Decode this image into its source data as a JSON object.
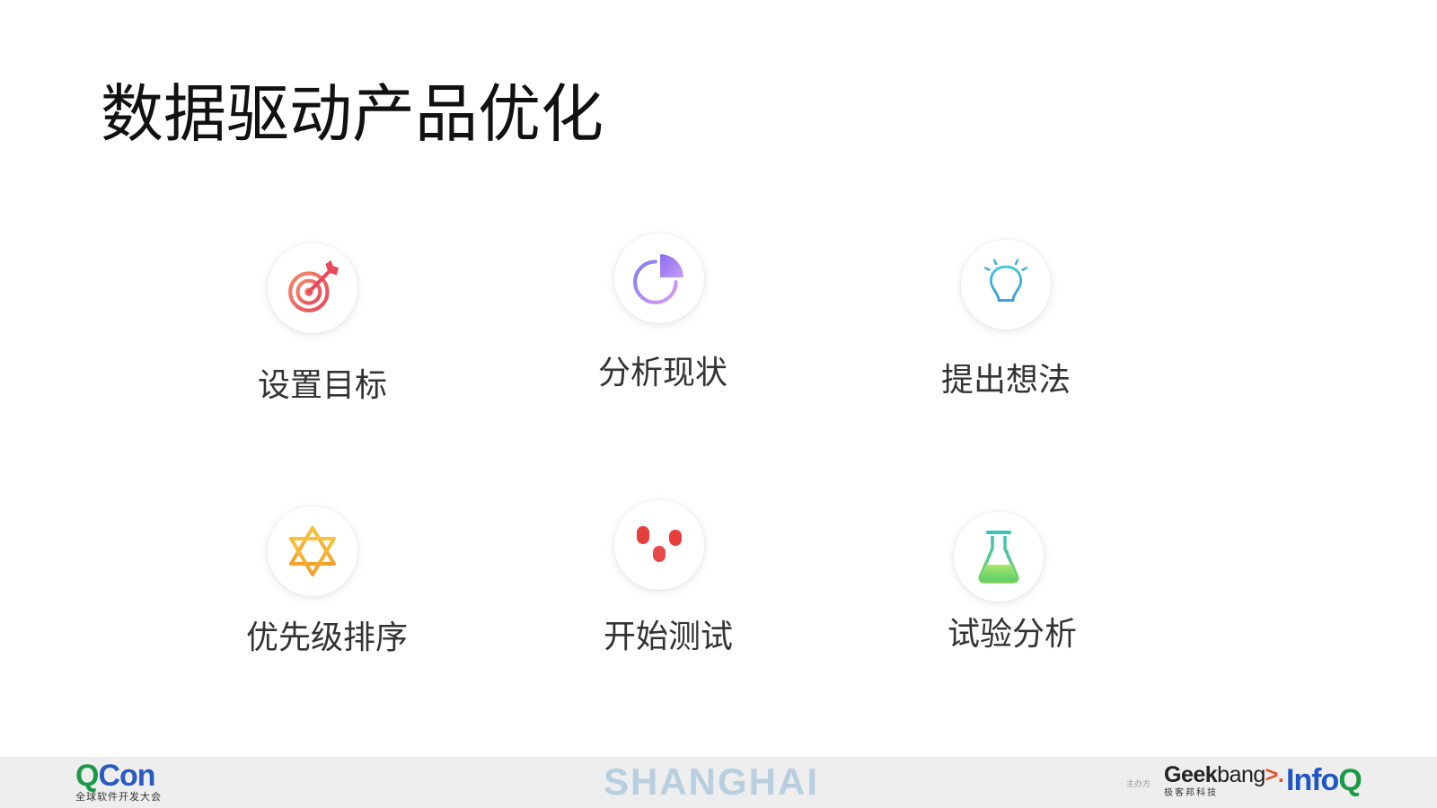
{
  "slide": {
    "title": "数据驱动产品优化"
  },
  "steps": [
    {
      "label": "设置目标",
      "icon": "target-icon"
    },
    {
      "label": "分析现状",
      "icon": "pie-chart-icon"
    },
    {
      "label": "提出想法",
      "icon": "lightbulb-icon"
    },
    {
      "label": "优先级排序",
      "icon": "star-of-david-icon"
    },
    {
      "label": "开始测试",
      "icon": "sliders-icon"
    },
    {
      "label": "试验分析",
      "icon": "flask-icon"
    }
  ],
  "footer": {
    "qcon_q": "Q",
    "qcon_con": "Con",
    "qcon_sub": "全球软件开发大会",
    "city": "SHANGHAI",
    "sponsor_label": "主办方",
    "geek_a": "Gee",
    "geek_b": "k",
    "geek_c": "bang",
    "geek_arrow": ">.",
    "geek_sub": "极客邦科技",
    "infoq_a": "Info",
    "infoq_b": "Q"
  },
  "colors": {
    "target": "#ef6a5a",
    "pie": "#9b7cf3",
    "bulb": "#39b7d6",
    "star": "#f5b526",
    "sliders": "#e63d3d",
    "flask": "#5ec96b",
    "city": "#b8cfe0",
    "qcon_green": "#1a9a47",
    "qcon_blue": "#2a5bbf",
    "infoq_blue": "#1f55c4"
  }
}
